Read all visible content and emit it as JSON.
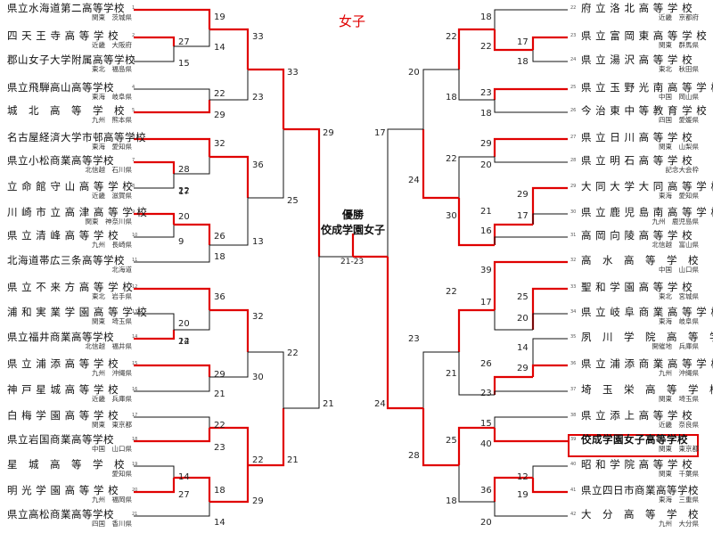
{
  "title": "女子",
  "champion": {
    "label": "優勝",
    "name": "佼成学園女子",
    "final_score": "21-23"
  },
  "left_teams": [
    {
      "seed": "1",
      "name": "県立水海道第二高等学校",
      "region": "関東　茨城県"
    },
    {
      "seed": "2",
      "name": "四 天 王 寺 高 等 学 校",
      "region": "近畿　大阪府"
    },
    {
      "seed": "3",
      "name": "郡山女子大学附属高等学校",
      "region": "東北　福島県"
    },
    {
      "seed": "4",
      "name": "県立飛騨高山高等学校",
      "region": "東海　岐阜県"
    },
    {
      "seed": "5",
      "name": "城　北　高　等　学　校",
      "region": "九州　熊本県"
    },
    {
      "seed": "6",
      "name": "名古屋経済大学市邨高等学校",
      "region": "東海　愛知県"
    },
    {
      "seed": "7",
      "name": "県立小松商業高等学校",
      "region": "北信越　石川県"
    },
    {
      "seed": "8",
      "name": "立 命 館 守 山 高 等 学 校",
      "region": "近畿　滋賀県"
    },
    {
      "seed": "9",
      "name": "川 崎 市 立 高 津 高 等 学 校",
      "region": "関東　神奈川県"
    },
    {
      "seed": "10",
      "name": "県 立 清 峰 高 等 学 校",
      "region": "九州　長崎県"
    },
    {
      "seed": "11",
      "name": "北海道帯広三条高等学校",
      "region": "北海道"
    },
    {
      "seed": "12",
      "name": "県 立 不 来 方 高 等 学 校",
      "region": "東北　岩手県"
    },
    {
      "seed": "13",
      "name": "浦 和 実 業 学 園 高 等 学 校",
      "region": "関東　埼玉県"
    },
    {
      "seed": "14",
      "name": "県立福井商業高等学校",
      "region": "北信越　福井県"
    },
    {
      "seed": "15",
      "name": "県 立 浦 添 高 等 学 校",
      "region": "九州　沖縄県"
    },
    {
      "seed": "16",
      "name": "神 戸 星 城 高 等 学 校",
      "region": "近畿　兵庫県"
    },
    {
      "seed": "17",
      "name": "白 梅 学 園 高 等 学 校",
      "region": "関東　東京都"
    },
    {
      "seed": "18",
      "name": "県立岩国商業高等学校",
      "region": "中国　山口県"
    },
    {
      "seed": "19",
      "name": "星　城　高　等　学　校",
      "region": "愛知県"
    },
    {
      "seed": "20",
      "name": "明 光 学 園 高 等 学 校",
      "region": "九州　福岡県"
    },
    {
      "seed": "21",
      "name": "県立高松商業高等学校",
      "region": "四国　香川県"
    }
  ],
  "right_teams": [
    {
      "seed": "22",
      "name": "府 立 洛 北 高 等 学 校",
      "region": "近畿　京都府"
    },
    {
      "seed": "23",
      "name": "県 立 富 岡 東 高 等 学 校",
      "region": "関東　群馬県"
    },
    {
      "seed": "24",
      "name": "県 立 湯 沢 高 等 学 校",
      "region": "東北　秋田県"
    },
    {
      "seed": "25",
      "name": "県 立 玉 野 光 南 高 等 学 校",
      "region": "中国　岡山県"
    },
    {
      "seed": "26",
      "name": "今 治 東 中 等 教 育 学 校",
      "region": "四国　愛媛県"
    },
    {
      "seed": "27",
      "name": "県 立 日 川 高 等 学 校",
      "region": "関東　山梨県"
    },
    {
      "seed": "28",
      "name": "県 立 明 石 高 等 学 校",
      "region": "記念大会枠"
    },
    {
      "seed": "29",
      "name": "大 同 大 学 大 同 高 等 学 校",
      "region": "東海　愛知県"
    },
    {
      "seed": "30",
      "name": "県 立 鹿 児 島 南 高 等 学 校",
      "region": "九州　鹿児島県"
    },
    {
      "seed": "31",
      "name": "高 岡 向 陵 高 等 学 校",
      "region": "北信越　富山県"
    },
    {
      "seed": "32",
      "name": "高　水　高　等　学　校",
      "region": "中国　山口県"
    },
    {
      "seed": "33",
      "name": "聖 和 学 園 高 等 学 校",
      "region": "東北　宮城県"
    },
    {
      "seed": "34",
      "name": "県 立 岐 阜 商 業 高 等 学 校",
      "region": "東海　岐阜県"
    },
    {
      "seed": "35",
      "name": "夙　川　学　院　高　等　学　校",
      "region": "開催地　兵庫県"
    },
    {
      "seed": "36",
      "name": "県 立 浦 添 商 業 高 等 学 校",
      "region": "九州　沖縄県"
    },
    {
      "seed": "37",
      "name": "埼　玉　栄　高　等　学　校",
      "region": "関東　埼玉県"
    },
    {
      "seed": "38",
      "name": "県 立 添 上 高 等 学 校",
      "region": "近畿　奈良県"
    },
    {
      "seed": "39",
      "name": "佼成学園女子高等学校",
      "region": "関東　東京都"
    },
    {
      "seed": "40",
      "name": "昭 和 学 院 高 等 学 校",
      "region": "関東　千葉県"
    },
    {
      "seed": "41",
      "name": "県立四日市商業高等学校",
      "region": "東海　三重県"
    },
    {
      "seed": "42",
      "name": "大　分　高　等　学　校",
      "region": "九州　大分県"
    }
  ],
  "left_scores": [
    "19",
    "27",
    "14",
    "15",
    "22",
    "29",
    "32",
    "28",
    "17",
    "22",
    "20",
    "9",
    "26",
    "18",
    "36",
    "20",
    "14",
    "22",
    "29",
    "21",
    "22",
    "23",
    "14",
    "27",
    "18",
    "14",
    "33",
    "23",
    "36",
    "13",
    "32",
    "30",
    "22",
    "29",
    "33",
    "25",
    "22",
    "21",
    "29",
    "21"
  ],
  "right_scores": [
    "18",
    "22",
    "17",
    "18",
    "23",
    "18",
    "29",
    "20",
    "29",
    "17",
    "21",
    "16",
    "39",
    "25",
    "17",
    "20",
    "14",
    "29",
    "26",
    "23",
    "15",
    "40",
    "12",
    "19",
    "36",
    "20",
    "22",
    "18",
    "22",
    "30",
    "22",
    "21",
    "25",
    "18",
    "20",
    "24",
    "23",
    "28",
    "17",
    "24"
  ],
  "colors": {
    "win": "#e00000",
    "lose": "#111111",
    "title": "#e00000"
  }
}
